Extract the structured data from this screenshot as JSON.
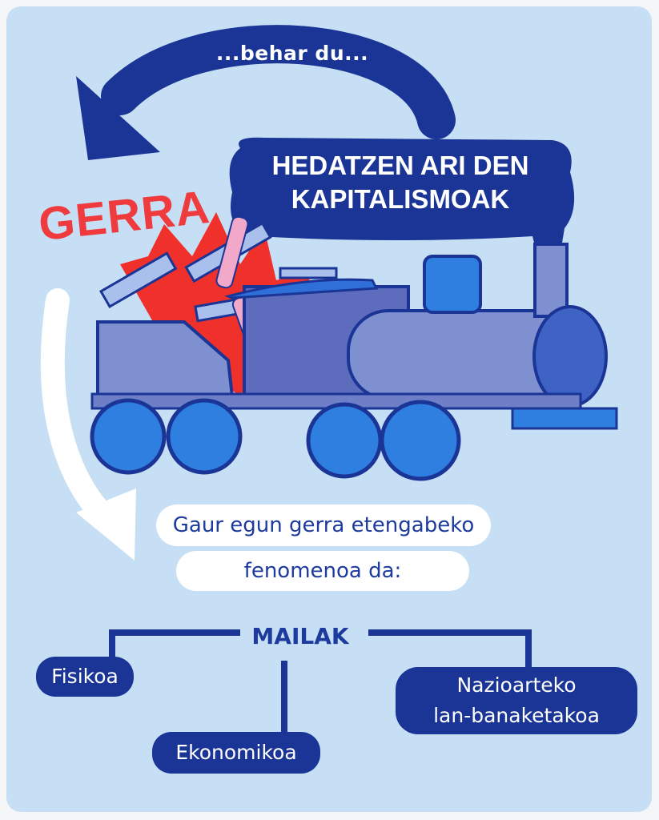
{
  "arrow_label": "...behar du...",
  "cloud": {
    "line1": "HEDATZEN ARI DEN",
    "line2": "KAPITALISMOAK"
  },
  "war_label": "GERRA",
  "statement": {
    "line1": "Gaur egun gerra etengabeko",
    "line2": "fenomenoa da:"
  },
  "levels": {
    "title": "MAILAK",
    "items": [
      "Fisikoa",
      "Ekonomikoa",
      "Nazioarteko",
      "lan-banaketakoa"
    ]
  },
  "colors": {
    "background": "#c6dff5",
    "dark_blue": "#1a3596",
    "red": "#ef3b3d",
    "train": "#7f90d0",
    "wheel": "#2f7fe0"
  }
}
